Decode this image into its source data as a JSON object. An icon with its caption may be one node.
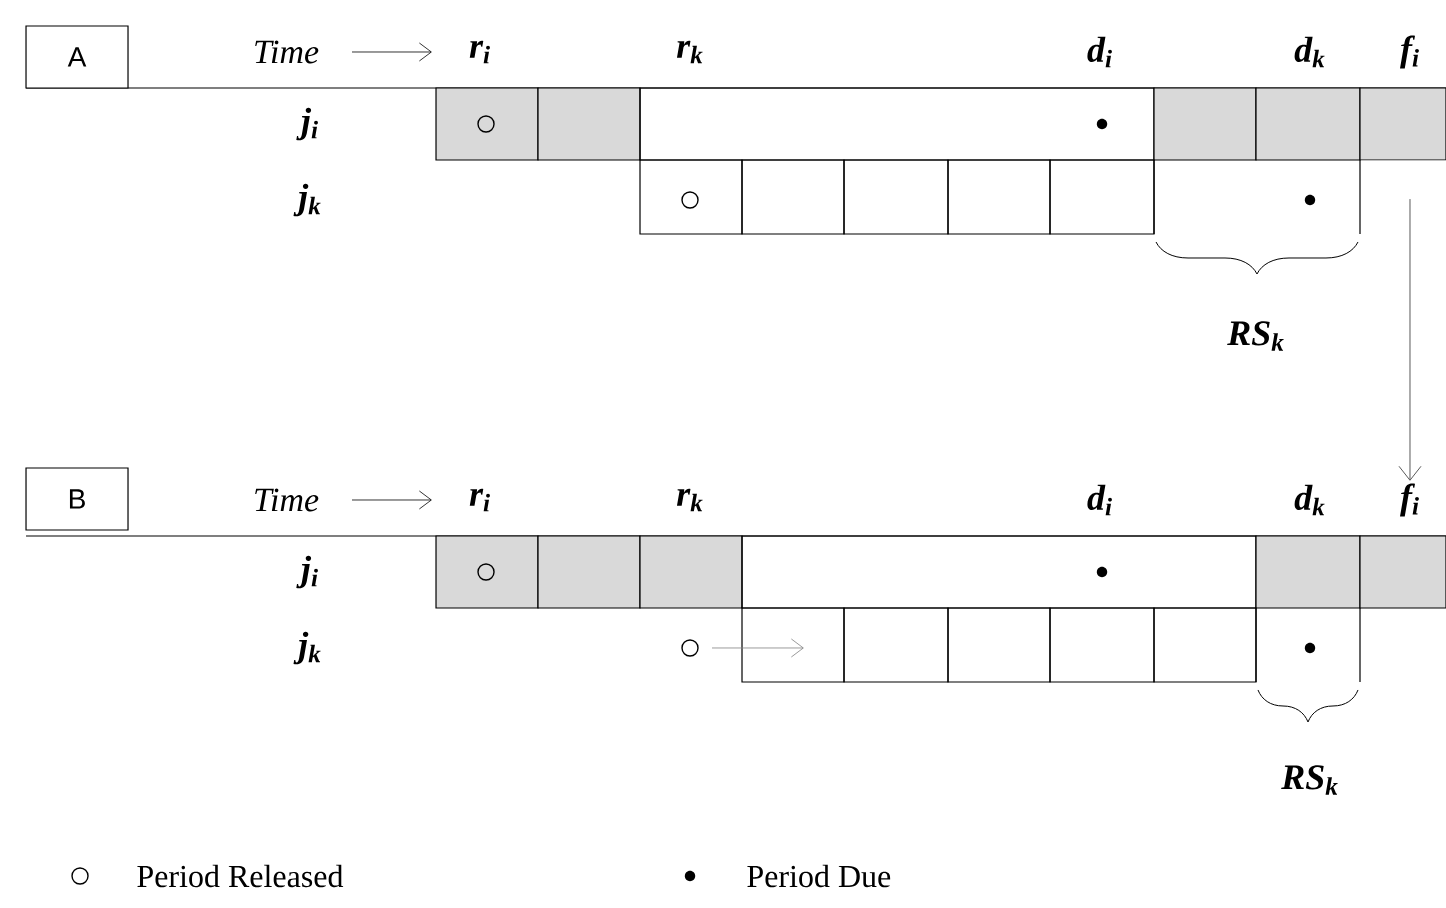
{
  "diagram": {
    "nodes": [
      {
        "text": [
          "A"
        ]
      },
      {
        "text": [
          "B"
        ]
      },
      {
        "text": [
          "f$_{i}$"
        ]
      }
    ],
    "edges": [
      {
        "from": null,
        "to": 2,
        "arrow": "to"
      }
    ],
    "labels": [
      "Time",
      "r$_{i}$",
      "r$_{k}$",
      "d$_{i}$",
      "d$_{k}$",
      "f$_{i}$",
      "j$_{i}$",
      "j$_{k}$",
      "RS$_{k}$",
      "Time",
      "r$_{i}$",
      "r$_{k}$",
      "d$_{i}$",
      "d$_{k}$",
      "j$_{i}$",
      "j$_{k}$",
      "RS$_{k}$"
    ],
    "legend": [
      {
        "text": "Period Released"
      },
      {
        "text": "Period Due"
      }
    ]
  }
}
